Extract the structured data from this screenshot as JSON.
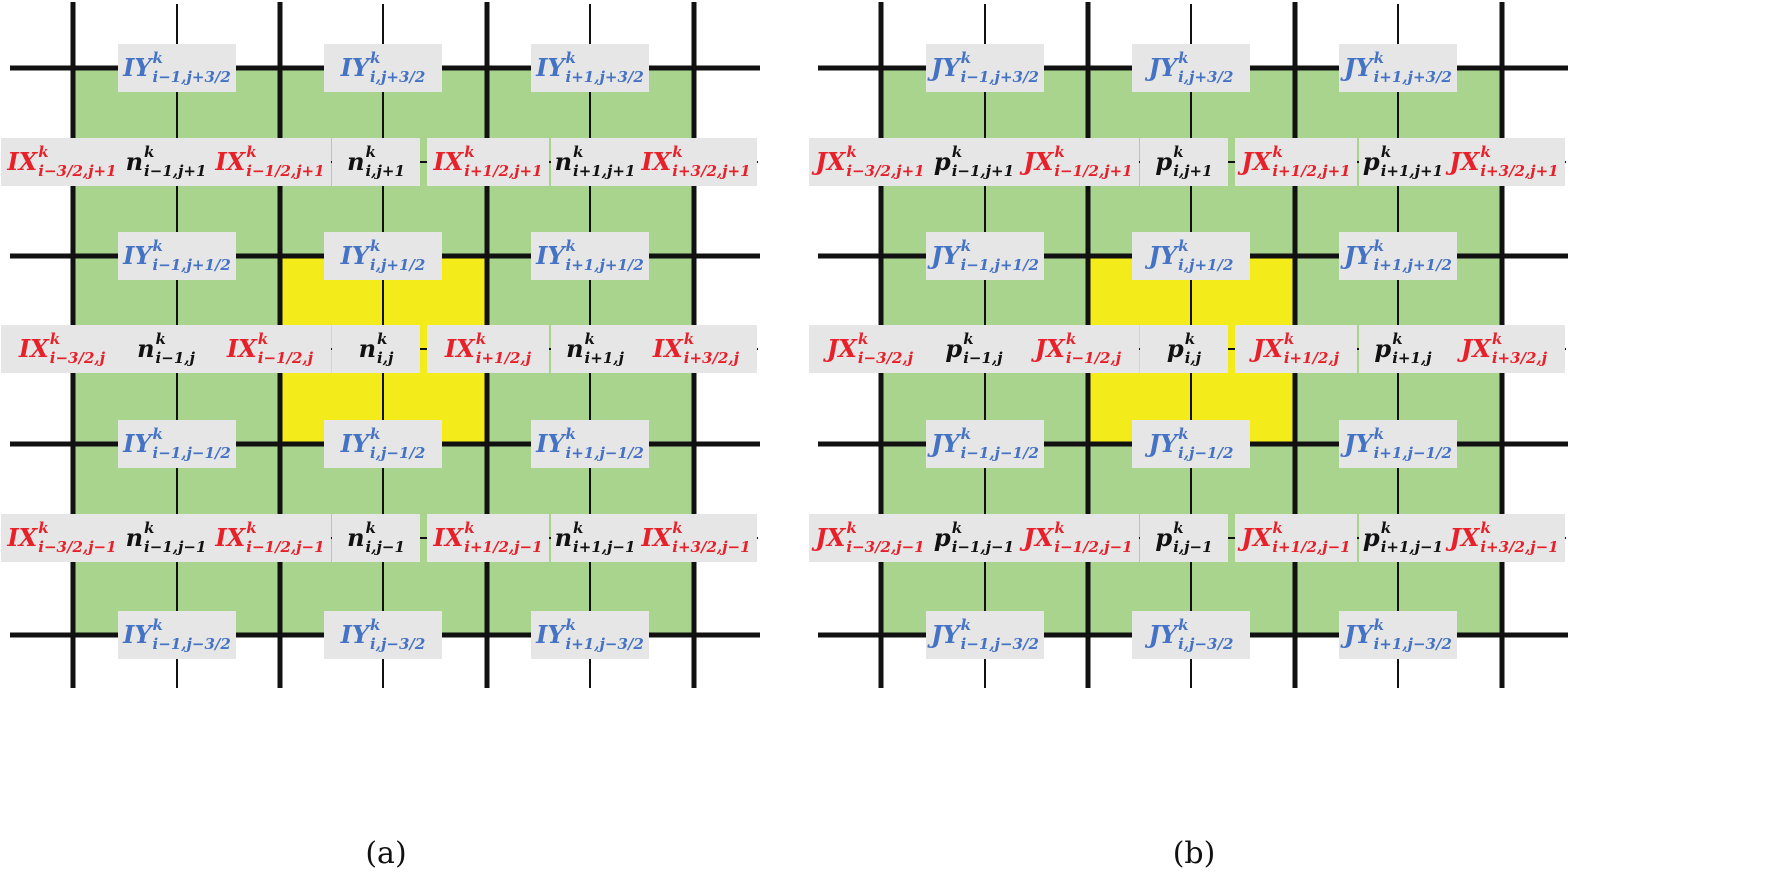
{
  "superscript": "k",
  "panels": [
    {
      "caption": "(a)",
      "fluxX": "IX",
      "fluxY": "IY",
      "density": "n",
      "colors": {
        "fluxX": "#e8202a",
        "fluxY": "#4472c4",
        "density": "#111111",
        "cell_fill": "#a8d48e",
        "center_cell_fill": "#f4ec1a",
        "label_bg": "#e6e6e6",
        "grid": "#111111"
      }
    },
    {
      "caption": "(b)",
      "fluxX": "JX",
      "fluxY": "JY",
      "density": "p",
      "colors": {
        "fluxX": "#e8202a",
        "fluxY": "#4472c4",
        "density": "#111111",
        "cell_fill": "#a8d48e",
        "center_cell_fill": "#f4ec1a",
        "label_bg": "#e6e6e6",
        "grid": "#111111"
      }
    }
  ],
  "rows": [
    {
      "kind": "Y",
      "items": [
        "i−1,j+3/2",
        "i,j+3/2",
        "i+1,j+3/2"
      ]
    },
    {
      "kind": "XN",
      "items": [
        "i−3/2,j+1",
        "i−1,j+1",
        "i−1/2,j+1",
        "i,j+1",
        "i+1/2,j+1",
        "i+1,j+1",
        "i+3/2,j+1"
      ]
    },
    {
      "kind": "Y",
      "items": [
        "i−1,j+1/2",
        "i,j+1/2",
        "i+1,j+1/2"
      ]
    },
    {
      "kind": "XN",
      "items": [
        "i−3/2,j",
        "i−1,j",
        "i−1/2,j",
        "i,j",
        "i+1/2,j",
        "i+1,j",
        "i+3/2,j"
      ]
    },
    {
      "kind": "Y",
      "items": [
        "i−1,j−1/2",
        "i,j−1/2",
        "i+1,j−1/2"
      ]
    },
    {
      "kind": "XN",
      "items": [
        "i−3/2,j−1",
        "i−1,j−1",
        "i−1/2,j−1",
        "i,j−1",
        "i+1/2,j−1",
        "i+1,j−1",
        "i+3/2,j−1"
      ]
    },
    {
      "kind": "Y",
      "items": [
        "i−1,j−3/2",
        "i,j−3/2",
        "i+1,j−3/2"
      ]
    }
  ]
}
